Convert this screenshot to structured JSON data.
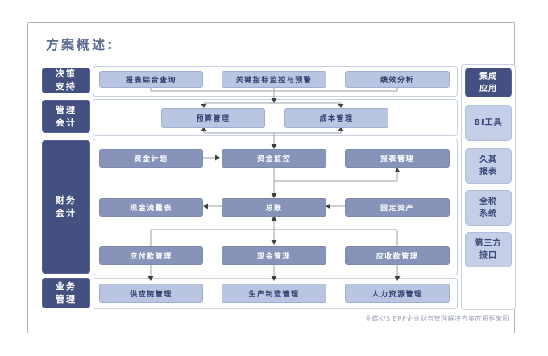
{
  "title": "方案概述:",
  "caption": "金蝶K/3 ERP企业财务管理解决方案应用框架图",
  "colors": {
    "dark_label": "#44507f",
    "light_box": "#b9c5e1",
    "medium_box": "#8793b9",
    "right_panel_box": "#c4cfe7",
    "container_border": "#c9d1de",
    "title_text": "#5d6c92",
    "connector_line": "#9aa0a8",
    "arrowhead": "#3f3f3f"
  },
  "left_labels": {
    "decision": "决策支持",
    "management_accounting": "管理会计",
    "financial_accounting": "财务会计",
    "business": "业务管理"
  },
  "right_panel": {
    "integration": "集成应用",
    "bi_tools": "BI工具",
    "jiuqi_report": "久其报表",
    "tax_system": "全税系统",
    "third_party": "第三方接口"
  },
  "boxes": {
    "row1": [
      "报表综合查询",
      "关键指标监控与预警",
      "绩效分析"
    ],
    "row2": [
      "预算管理",
      "成本管理"
    ],
    "row3": [
      "资金计划",
      "资金监控",
      "报表管理"
    ],
    "row4": [
      "现金流量表",
      "总账",
      "固定资产"
    ],
    "row5": [
      "应付款管理",
      "现金管理",
      "应收款管理"
    ],
    "row6": [
      "供应链管理",
      "生产制造管理",
      "人力资源管理"
    ]
  }
}
